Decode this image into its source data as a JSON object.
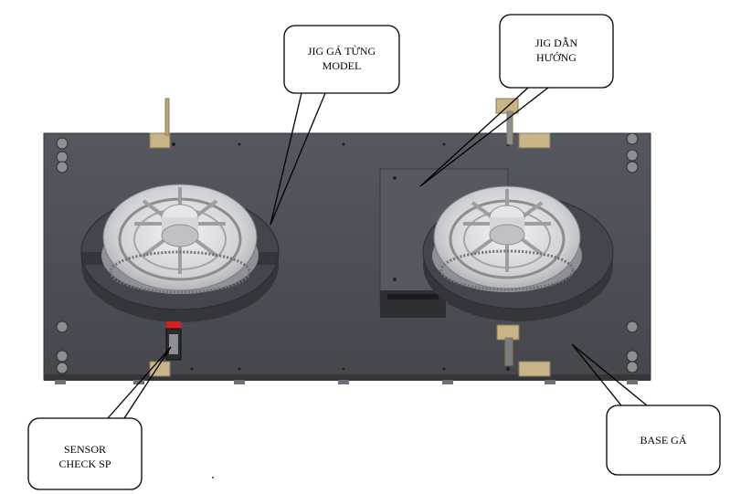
{
  "callouts": {
    "jig_model": "JIG GÁ TỪNG\nMODEL",
    "jig_guide": "JIG DẪN\nHƯỚNG",
    "sensor": "SENSOR\nCHECK SP",
    "base": "BASE GÁ"
  },
  "colors": {
    "plate": "#4d5057",
    "plate_edge": "#3a3c41",
    "disc": "#3b3d42",
    "disc_top": "#45484e",
    "guide_block": "#54575d",
    "bracket": "#c9b48a",
    "wheel": "#d9dadc",
    "wheel_dark": "#9a9ca0",
    "sensor_red": "#d32020"
  }
}
